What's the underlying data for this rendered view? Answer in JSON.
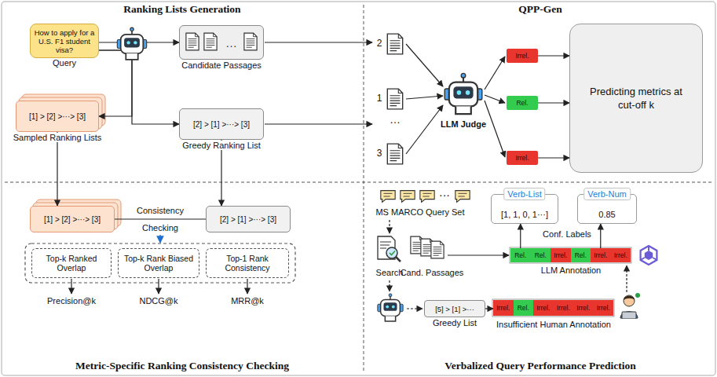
{
  "diagram": {
    "nodes": [
      {
        "text": [
          "How to apply for a U.S. F1 student visa?",
          "Query"
        ]
      },
      {
        "text": [
          "…",
          "Candidate Passages"
        ]
      },
      {
        "text": [
          "[1] > [2] >···> [3]",
          "Sampled Ranking Lists"
        ]
      },
      {
        "text": [
          "[2] > [1] >···> [3]",
          "Greedy Ranking List"
        ]
      },
      {
        "text": [
          "Irrel."
        ]
      },
      {
        "text": [
          "Rel."
        ]
      },
      {
        "text": [
          "Irrel."
        ]
      },
      {
        "text": [
          "Predicting metrics at cut-off k"
        ]
      },
      {
        "text": [
          "[1] > [2] >···> [3]"
        ]
      },
      {
        "text": [
          "[2] > [1] >···> [3]"
        ]
      },
      {
        "text": [
          "Top-k Ranked Overlap"
        ]
      },
      {
        "text": [
          "Top-k Rank Biased Overlap"
        ]
      },
      {
        "text": [
          "Top-1 Rank Consistency"
        ]
      },
      {
        "text": [
          "Verb-List",
          "[1, 1, 0, 1···]"
        ]
      },
      {
        "text": [
          "Verb-Num",
          "0.85"
        ]
      },
      {
        "text": [
          "Rel."
        ]
      },
      {
        "text": [
          "Rel."
        ]
      },
      {
        "text": [
          "Irrel."
        ]
      },
      {
        "text": [
          "Rel."
        ]
      },
      {
        "text": [
          "Irrel."
        ]
      },
      {
        "text": [
          "Irrel."
        ]
      },
      {
        "text": [
          "[5] > [1] >···",
          "Greedy List"
        ]
      },
      {
        "text": [
          "Irrel."
        ]
      },
      {
        "text": [
          "Rel."
        ]
      },
      {
        "text": [
          "Irrel."
        ]
      },
      {
        "text": [
          "Irrel."
        ]
      },
      {
        "text": [
          "Irrel."
        ]
      },
      {
        "text": [
          "Irrel."
        ]
      }
    ],
    "edges": [
      {
        "from": 0,
        "to": 1,
        "arrow": "to"
      },
      {
        "from": 0,
        "to": 2,
        "arrow": "to"
      },
      {
        "from": 0,
        "to": 3,
        "arrow": "to"
      },
      {
        "from": 4,
        "to": 7,
        "arrow": "to"
      },
      {
        "from": 5,
        "to": 7,
        "arrow": "to"
      },
      {
        "from": 6,
        "to": 7,
        "arrow": "to"
      },
      {
        "from": 2,
        "to": 8,
        "arrow": "to"
      },
      {
        "from": 3,
        "to": 9,
        "arrow": "to"
      },
      {
        "from": 8,
        "to": 9,
        "label": "Consistency Checking",
        "arrow": "none"
      },
      {
        "from": 15,
        "to": 13,
        "arrow": "to"
      },
      {
        "from": 19,
        "to": 14,
        "arrow": "to"
      },
      {
        "from": 21,
        "to": 22,
        "arrow": "to"
      }
    ],
    "labels": [
      "Ranking Lists Generation",
      "QPP-Gen",
      "2",
      "1",
      "…",
      "3",
      "LLM Judge",
      "Metric-Specific Ranking Consistency Checking",
      "Precision@k",
      "NDCG@k",
      "MRR@k",
      "MS MARCO Query Set",
      "···",
      "Search",
      "Cand. Passages",
      "Conf. Labels",
      "LLM Annotation",
      "Insufficient Human Annotation",
      "Verbalized Query Performance Prediction"
    ]
  }
}
